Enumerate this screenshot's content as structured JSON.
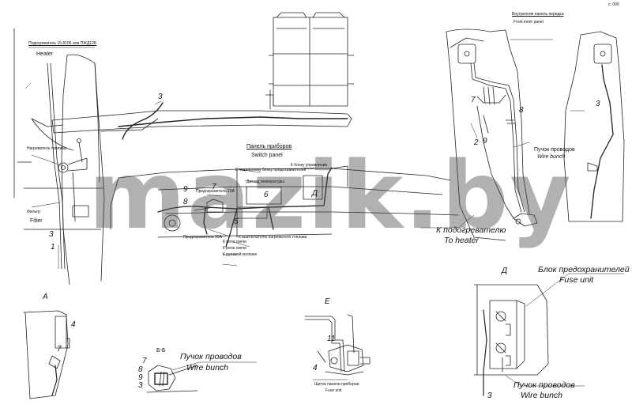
{
  "watermark": "mazik.by",
  "corner_mark": "с. 000",
  "labels": {
    "heater_ru": "Подогреватель 15.8106 или ПЖД12Б",
    "heater_en": "Heater",
    "filter_ru": "Нагреватель топлива",
    "filter_ru2": "Фильтр",
    "filter_en": "Filter",
    "switch_panel_ru": "Панель приборов",
    "switch_panel_en": "Switch panel",
    "front_panel_ru": "Внутренняя панель передка",
    "front_panel_en": "Front inner panel",
    "wire_bunch_ru": "Пучок проводов",
    "wire_bunch_en": "Wire bunch",
    "to_heater_ru": "К подогревателю",
    "to_heater_en": "To heater",
    "fuse_unit_ru": "Блок предохранителей",
    "fuse_unit_en": "Fuse unit",
    "fuse_panel_ru": "Щиток панели приборов",
    "fuse_panel_en": "Fuse unit",
    "note_1": "К блоку управления",
    "note_2": "К педальному блоку предохранителей",
    "note_3": "Датчик температуры",
    "note_4": "Предохранитель 10А",
    "note_5": "Предохранитель 25А",
    "note_6": "К реле свечи",
    "note_7": "К выключателю нагревателя топлива",
    "note_8": "К рулевой колонке",
    "note_9": "К реле свечи"
  },
  "views": {
    "A": "А",
    "B": "Б-Б",
    "E": "Е",
    "D": "Д"
  },
  "callouts": {
    "n1": "1",
    "n2": "2",
    "n3": "3",
    "n4": "4",
    "n5": "5",
    "n6": "6",
    "n7": "7",
    "n8": "8",
    "n9": "9",
    "n11": "11"
  }
}
